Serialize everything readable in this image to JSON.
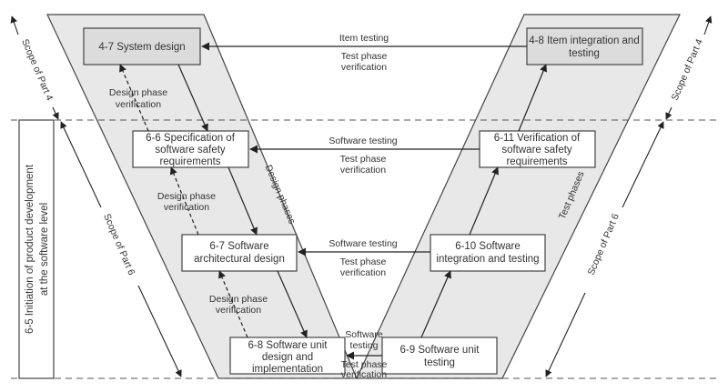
{
  "diagram": {
    "title": "V-model reference phase model for software development",
    "colors": {
      "phase_band_fill": "#e8e8e8",
      "system_box_fill": "#dcdcdc",
      "software_box_fill": "#ffffff",
      "stroke": "#333333",
      "text": "#333333"
    },
    "boxes": {
      "sys_design": {
        "lines": [
          "4-7 System design"
        ]
      },
      "item_integration": {
        "lines": [
          "4-8 Item integration and",
          "testing"
        ]
      },
      "spec_safety": {
        "lines": [
          "6-6 Specification of",
          "software safety",
          "requirements"
        ]
      },
      "verif_safety": {
        "lines": [
          "6-11 Verification of",
          "software safety",
          "requirements"
        ]
      },
      "arch_design": {
        "lines": [
          "6-7 Software",
          "architectural design"
        ]
      },
      "integration_testing": {
        "lines": [
          "6-10 Software",
          "integration and testing"
        ]
      },
      "unit_design": {
        "lines": [
          "6-8 Software unit",
          "design and",
          "implementation"
        ]
      },
      "unit_testing": {
        "lines": [
          "6-9 Software unit",
          "testing"
        ]
      },
      "initiation": {
        "lines": [
          "6-5 Initiation of product development",
          "at the software level"
        ]
      }
    },
    "test_links": [
      {
        "above": "Item testing",
        "below": [
          "Test phase",
          "verification"
        ]
      },
      {
        "above": "Software testing",
        "below": [
          "Test phase",
          "verification"
        ]
      },
      {
        "above": "Software testing",
        "below": [
          "Test phase",
          "verification"
        ]
      },
      {
        "above": [
          "Software",
          "testing"
        ],
        "below": [
          "Test phase",
          "verification"
        ]
      }
    ],
    "design_verification": [
      [
        "Design phase",
        "verification"
      ],
      [
        "Design phase",
        "verification"
      ],
      [
        "Design phase",
        "verification"
      ]
    ],
    "band_labels": {
      "design": "Design phases",
      "test": "Test phases"
    },
    "scopes": {
      "part4_left": "Scope of Part 4",
      "part4_right": "Scope of Part 4",
      "part6_left": "Scope of Part 6",
      "part6_right": "Scope of Part 6"
    }
  }
}
